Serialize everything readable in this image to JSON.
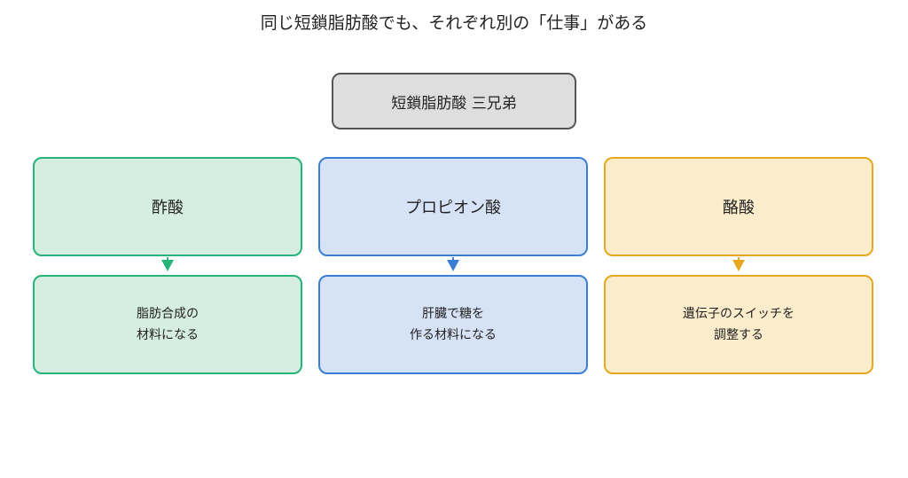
{
  "title": "同じ短鎖脂肪酸でも、それぞれ別の「仕事」がある",
  "root": {
    "label": "短鎖脂肪酸 三兄弟"
  },
  "acids": [
    {
      "name": "酢酸",
      "role_lines": [
        "脂肪合成の",
        "材料になる"
      ],
      "color": "#27b37a"
    },
    {
      "name": "プロピオン酸",
      "role_lines": [
        "肝臓で糖を",
        "作る材料になる"
      ],
      "color": "#3a7fd4"
    },
    {
      "name": "酪酸",
      "role_lines": [
        "遺伝子のスイッチを",
        "調整する"
      ],
      "color": "#e7a820"
    }
  ]
}
